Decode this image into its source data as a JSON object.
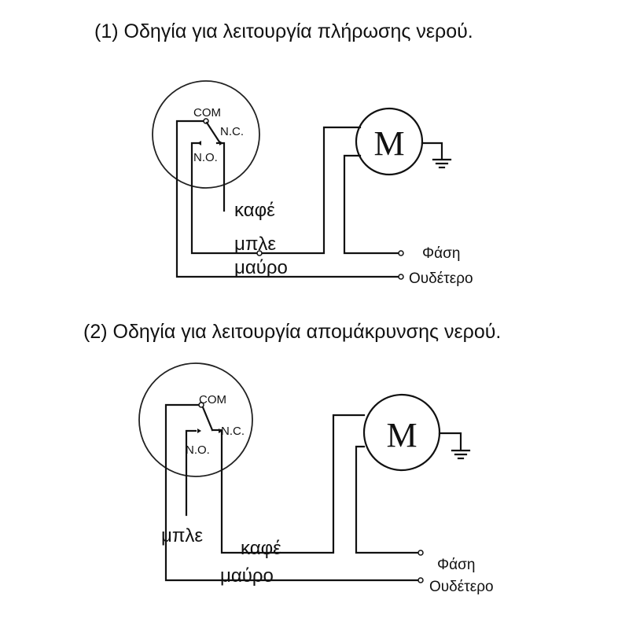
{
  "diagrams": [
    {
      "title": "(1)  Οδηγία για λειτουργία πλήρωσης νερού.",
      "switch_labels": {
        "com": "COM",
        "nc": "N.C.",
        "no": "N.O."
      },
      "wire_labels": {
        "brown": "καφέ",
        "blue": "μπλε",
        "black": "μαύρο"
      },
      "motor_label": "M",
      "terminal_labels": {
        "phase": "Φάση",
        "neutral": "Ουδέτερο"
      }
    },
    {
      "title": "(2)  Οδηγία για λειτουργία απομάκρυνσης νερού.",
      "switch_labels": {
        "com": "COM",
        "nc": "N.C.",
        "no": "N.O."
      },
      "wire_labels": {
        "blue": "μπλε",
        "brown": "καφέ",
        "black": "μαύρο"
      },
      "motor_label": "M",
      "terminal_labels": {
        "phase": "Φάση",
        "neutral": "Ουδέτερο"
      }
    }
  ]
}
